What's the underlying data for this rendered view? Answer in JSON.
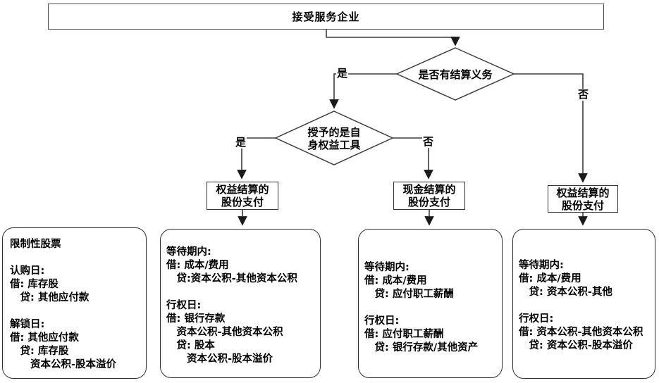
{
  "root": {
    "title": "接受服务企业"
  },
  "decisions": {
    "settlement_obligation": {
      "label": "是否有结算义务"
    },
    "own_equity_instrument": {
      "line1": "授予的是自",
      "line2": "身权益工具"
    }
  },
  "branch_labels": {
    "obligation_yes": "是",
    "obligation_no": "否",
    "own_equity_yes": "是",
    "own_equity_no": "否"
  },
  "process_boxes": {
    "equity_settled_left": {
      "line1": "权益结算的",
      "line2": "股份支付"
    },
    "cash_settled": {
      "line1": "现金结算的",
      "line2": "股份支付"
    },
    "equity_settled_right": {
      "line1": "权益结算的",
      "line2": "股份支付"
    }
  },
  "entry_boxes": {
    "restricted_stock": {
      "lines": [
        "限制性股票",
        "",
        "认购日:",
        "借: 库存股",
        "　贷: 其他应付款",
        "",
        "解锁日:",
        "借: 其他应付款",
        "　贷: 库存股",
        "　　资本公积-股本溢价"
      ]
    },
    "equity_settled_own": {
      "lines": [
        "等待期内:",
        "借: 成本/费用",
        "　贷:资本公积-其他资本公积",
        "",
        "行权日:",
        "借: 银行存款",
        "　资本公积-其他资本公积",
        "　贷: 股本",
        "　　资本公积-股本溢价"
      ]
    },
    "cash_settled": {
      "lines": [
        "等待期内:",
        "借: 成本/费用",
        "　贷: 应付职工薪酬",
        "",
        "行权日:",
        "借: 应付职工薪酬",
        "　贷: 银行存款/其他资产"
      ]
    },
    "equity_settled_no_obligation": {
      "lines": [
        "等待期内:",
        "借: 成本/费用",
        "　贷: 资本公积-其他",
        "",
        "行权日:",
        "借: 资本公积-其他资本公积",
        "　贷: 资本公积-股本溢价"
      ]
    }
  },
  "colors": {
    "line": "#3c3c3c",
    "text": "#000000",
    "background": "#ffffff"
  }
}
